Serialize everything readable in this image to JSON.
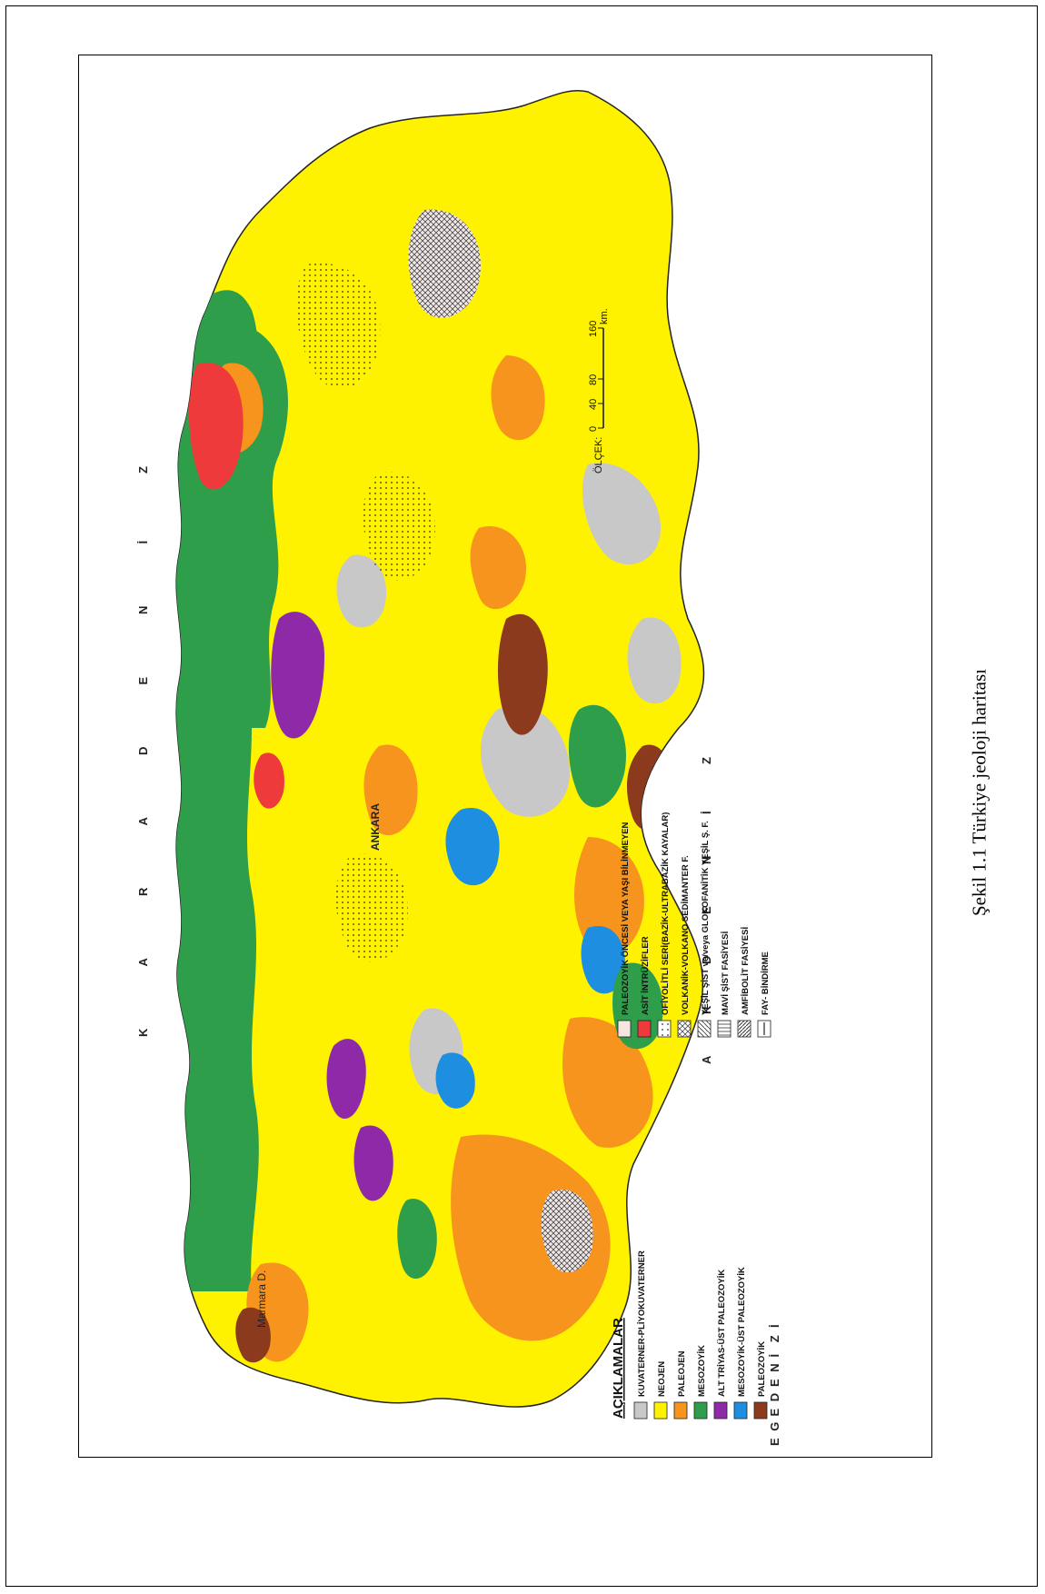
{
  "caption": "Şekil 1.1 Türkiye jeoloji haritası",
  "sea_labels": {
    "karadeniz": [
      "K",
      "A",
      "R",
      "A",
      "D",
      "E",
      "N",
      "İ",
      "Z"
    ],
    "akdeniz": [
      "A",
      "K",
      "D",
      "E",
      "N",
      "İ",
      "Z"
    ],
    "egedenizi": [
      "E",
      "G",
      "E",
      "D",
      "E",
      "N",
      "İ",
      "Z",
      "İ"
    ]
  },
  "places": {
    "marmara": "Marmara D.",
    "ankara": "ANKARA"
  },
  "scale": {
    "label": "ÖLÇEK:",
    "ticks": [
      "0",
      "40",
      "80",
      "160"
    ],
    "unit": "km."
  },
  "legend": {
    "title": "AÇIKLAMALAR",
    "left": [
      {
        "label": "KUVATERNER-PLİYOKUVATERNER",
        "color": "#c8c8c8"
      },
      {
        "label": "NEOJEN",
        "color": "#fff200"
      },
      {
        "label": "PALEOJEN",
        "color": "#f7941d"
      },
      {
        "label": "MESOZOYİK",
        "color": "#2e9e4a"
      },
      {
        "label": "ALT TRİYAS-ÜST PALEOZOYİK",
        "color": "#8e2aa8"
      },
      {
        "label": "MESOZOYİK-ÜST PALEOZOYİK",
        "color": "#1e8fe0"
      },
      {
        "label": "PALEOZOYİK",
        "color": "#8b3a1e"
      }
    ],
    "right": [
      {
        "label": "PALEOZOYİK ÖNCESİ VEYA YAŞI BİLİNMEYEN",
        "color": "#f6e6e0"
      },
      {
        "label": "ASİT İNTRÜZİFLER",
        "color": "#ee3a3a"
      },
      {
        "label": "OFİYOLİTLİ SERİ(BAZİK-ULTRABAZİK KAYALAR)",
        "color": "#ffffff"
      },
      {
        "label": "VOLKANİK-VOLKANO SEDİMANTER F.",
        "color": "#ffffff"
      },
      {
        "label": "YEŞİL ŞİST ve/veya GLOKOFANİTİK YEŞİL Ş. F.",
        "color": "#ffffff"
      },
      {
        "label": "MAVİ ŞİST FASİYESİ",
        "color": "#ffffff"
      },
      {
        "label": "AMFİBOLİT FASİYESİ",
        "color": "#ffffff"
      },
      {
        "label": "FAY- BİNDİRME",
        "color": "#ffffff"
      }
    ]
  }
}
